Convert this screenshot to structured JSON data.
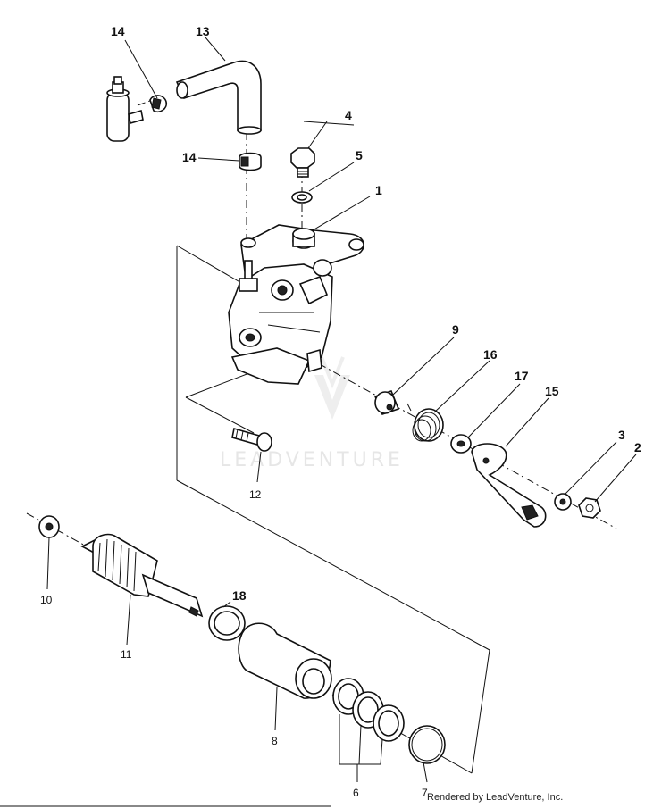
{
  "watermark": {
    "text": "LEADVENTURE"
  },
  "footer": {
    "text": "Rendered by LeadVenture, Inc."
  },
  "callouts": [
    {
      "id": "c14a",
      "label": "14"
    },
    {
      "id": "c13",
      "label": "13"
    },
    {
      "id": "c4",
      "label": "4"
    },
    {
      "id": "c14b",
      "label": "14"
    },
    {
      "id": "c5",
      "label": "5"
    },
    {
      "id": "c1",
      "label": "1"
    },
    {
      "id": "c9",
      "label": "9"
    },
    {
      "id": "c16",
      "label": "16"
    },
    {
      "id": "c17",
      "label": "17"
    },
    {
      "id": "c15",
      "label": "15"
    },
    {
      "id": "c3",
      "label": "3"
    },
    {
      "id": "c2",
      "label": "2"
    },
    {
      "id": "c12",
      "label": "12"
    },
    {
      "id": "c10",
      "label": "10"
    },
    {
      "id": "c18",
      "label": "18"
    },
    {
      "id": "c11",
      "label": "11"
    },
    {
      "id": "c8",
      "label": "8"
    },
    {
      "id": "c6",
      "label": "6"
    },
    {
      "id": "c7",
      "label": "7"
    }
  ]
}
